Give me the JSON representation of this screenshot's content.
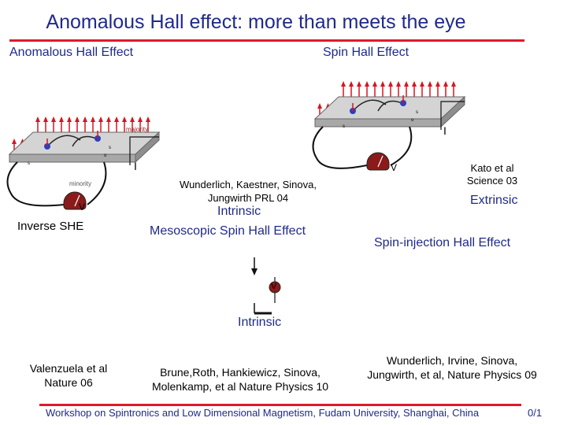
{
  "slide": {
    "title": "Anomalous Hall effect: more than meets the eye",
    "left_heading": "Anomalous Hall Effect",
    "right_heading": "Spin Hall Effect",
    "footer": "Workshop on Spintronics and Low Dimensional Magnetism, Fudam University, Shanghai, China",
    "page": "0/1"
  },
  "left_diagram": {
    "majority_label": "majority",
    "minority_label": "minority",
    "current_label": "I",
    "voltmeter_label": "V",
    "spin_label_1": "s",
    "spin_label_2": "o",
    "spin_label_3": "s",
    "caption": "Inverse SHE"
  },
  "right_diagram": {
    "current_label": "I",
    "voltmeter_label": "V",
    "spin_label_1": "s",
    "spin_label_2": "o",
    "spin_label_3": "s",
    "kato_ref": [
      "Kato et al",
      "Science 03"
    ],
    "extrinsic_label": "Extrinsic",
    "caption": "Spin-injection Hall Effect"
  },
  "middle": {
    "wunderlich_ref": [
      "Wunderlich, Kaestner, Sinova,",
      "Jungwirth PRL 04"
    ],
    "intrinsic_label": "Intrinsic",
    "caption": "Mesoscopic Spin Hall Effect",
    "voltmeter_label": "V",
    "lower_intrinsic": "Intrinsic"
  },
  "references": {
    "valenzuela": [
      "Valenzuela et al",
      "Nature 06"
    ],
    "brune": [
      "Brune,Roth, Hankiewicz, Sinova,",
      "Molenkamp, et al Nature Physics 10"
    ],
    "wunderlich09": [
      "Wunderlich, Irvine, Sinova,",
      "Jungwirth, et al, Nature Physics 09"
    ]
  },
  "colors": {
    "title": "#1f2a8a",
    "rule": "#e0192b",
    "arrow": "#d8141e",
    "plate_top": "#d4d4d4",
    "plate_side": "#a8a8a8",
    "voltmeter": "#8b1a1a",
    "electron": "#2a3fbf"
  }
}
